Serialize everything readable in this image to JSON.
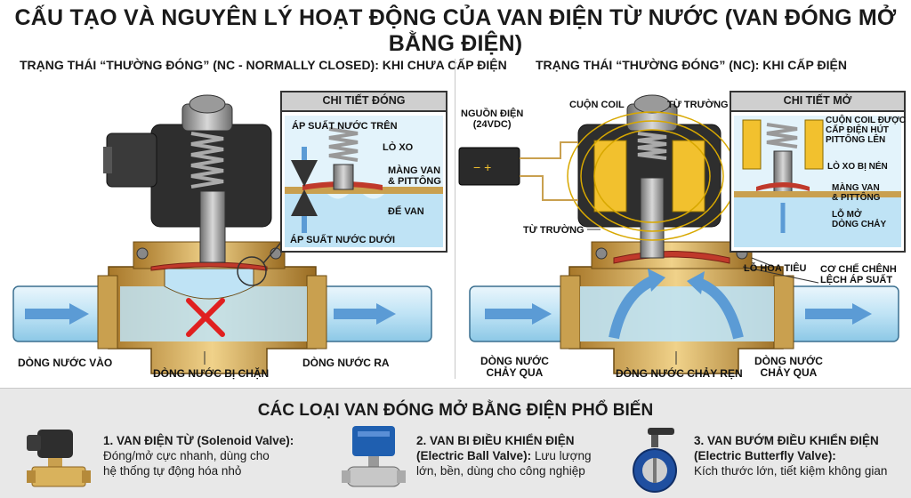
{
  "title": "CẤU TẠO VÀ NGUYÊN LÝ HOẠT ĐỘNG CỦA VAN ĐIỆN TỪ NƯỚC (VAN ĐÓNG MỞ BẰNG ĐIỆN)",
  "left": {
    "heading": "TRẠNG THÁI “THƯỜNG ĐÓNG” (NC - NORMALLY CLOSED): KHI CHƯA CẤP ĐIỆN",
    "detail_title": "CHI TIẾT ĐÓNG",
    "labels": {
      "pressure_top": "ÁP SUẤT NƯỚC TRÊN",
      "spring": "LÒ XO",
      "diaphragm": "MÀNG VAN\n& PITTÔNG",
      "seat": "ĐẾ VAN",
      "pressure_bottom": "ÁP SUẤT NƯỚC DƯỚI",
      "inflow": "DÒNG NƯỚC VÀO",
      "blocked": "DÒNG NƯỚC BỊ CHẶN",
      "outflow": "DÒNG NƯỚC RA"
    }
  },
  "right": {
    "heading": "TRẠNG THÁI “THƯỜNG ĐÓNG” (NC): KHI CẤP ĐIỆN",
    "detail_title": "CHI TIẾT MỞ",
    "labels": {
      "power": "NGUỒN ĐIỆN\n(24VDC)",
      "coil": "CUỘN COIL",
      "field_top": "TỪ TRƯỜNG",
      "field_side": "TỪ TRƯỜNG",
      "coil_pull": "CUỘN COIL ĐƯỢC\nCẤP ĐIỆN HÚT\nPITTÔNG LÊN",
      "spring_compressed": "LÒ XO BỊ NÉN",
      "diaphragm": "MÀNG VAN\n& PITTÔNG",
      "flow_hole": "LỖ MỞ\nDÒNG CHẢY",
      "pilot_hole": "LỖ HOA TIÊU",
      "pressure_diff": "CƠ CHẾ CHÊNH\nLỆCH ÁP SUẤT",
      "flow_through_left": "DÒNG NƯỚC\nCHẢY QUA",
      "flow_split": "DÒNG NƯỚC CHẢY RẸN",
      "flow_through_right": "DÒNG NƯỚC\nCHẢY QUA"
    }
  },
  "bottom": {
    "title": "CÁC LOẠI VAN ĐÓNG MỞ BẰNG ĐIỆN PHỔ BIẾN",
    "items": [
      {
        "heading": "1. VAN ĐIỆN TỪ (Solenoid Valve):",
        "english": "",
        "desc": "Đóng/mở cực nhanh, dùng cho\nhệ thống tự động hóa nhỏ"
      },
      {
        "heading": "2. VAN BI ĐIỀU KHIỂN ĐIỆN",
        "english": "(Electric Ball Valve):",
        "desc": "Lưu lượng\nlớn, bền, dùng cho công nghiệp"
      },
      {
        "heading": "3. VAN BƯỚM ĐIỀU KHIỂN ĐIỆN",
        "english": "(Electric Butterfly Valve):",
        "desc": "Kích thước lớn, tiết kiệm không gian"
      }
    ]
  },
  "colors": {
    "water": "#bfe3f5",
    "arrow": "#5b9bd5",
    "brass": "#d9b25c",
    "coil": "#2e2e2e",
    "coil_active": "#f2c12e",
    "blocked": "#e02020",
    "diaphragm": "#c0392b"
  }
}
